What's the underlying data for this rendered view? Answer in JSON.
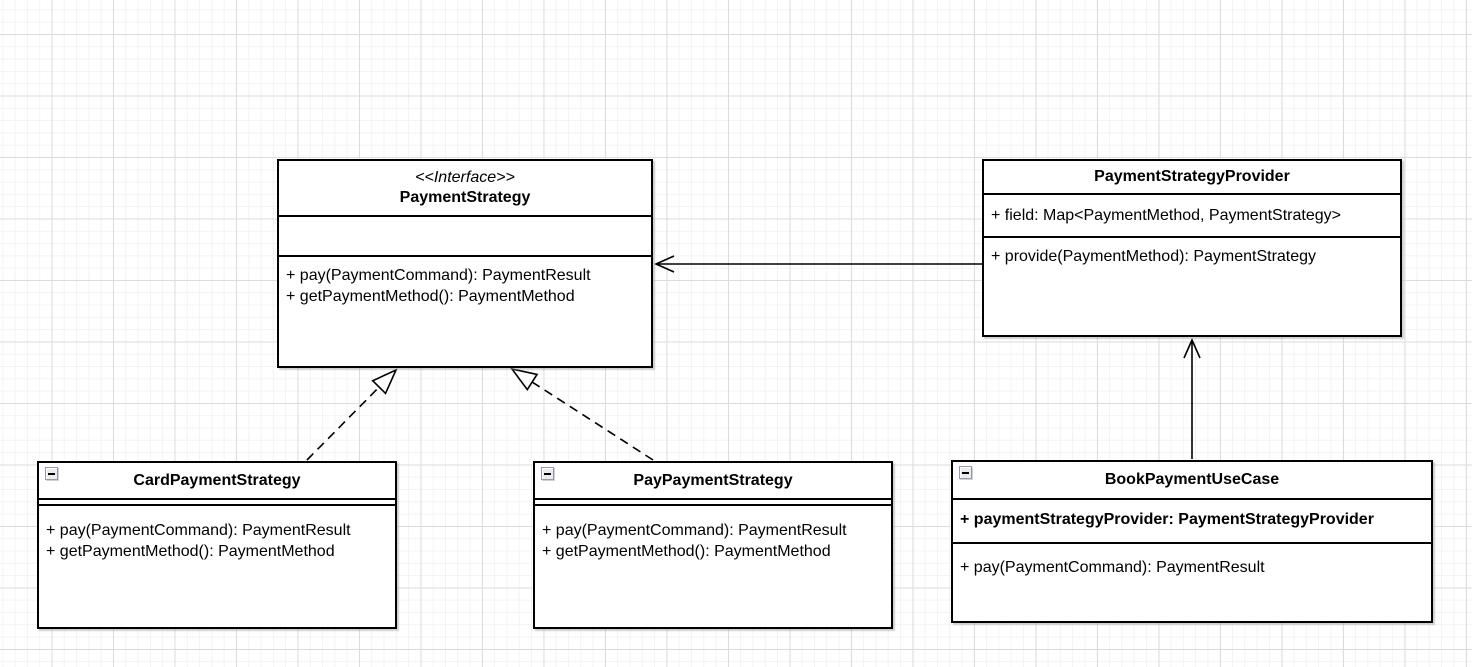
{
  "canvas": {
    "background": "#ffffff",
    "grid_minor_color": "#f3f3f3",
    "grid_major_color": "#dcdcdc",
    "stroke_color": "#000000"
  },
  "icons": {
    "collapse": "minus-square"
  },
  "classes": {
    "payment_strategy": {
      "stereotype": "<<Interface>>",
      "name": "PaymentStrategy",
      "fields": [],
      "methods": [
        "+ pay(PaymentCommand): PaymentResult",
        "+ getPaymentMethod(): PaymentMethod"
      ]
    },
    "payment_strategy_provider": {
      "name": "PaymentStrategyProvider",
      "fields": [
        "+ field: Map<PaymentMethod, PaymentStrategy>"
      ],
      "methods": [
        "+ provide(PaymentMethod): PaymentStrategy"
      ]
    },
    "card_payment_strategy": {
      "name": "CardPaymentStrategy",
      "fields": [],
      "methods": [
        "+ pay(PaymentCommand): PaymentResult",
        "+ getPaymentMethod(): PaymentMethod"
      ]
    },
    "pay_payment_strategy": {
      "name": "PayPaymentStrategy",
      "fields": [],
      "methods": [
        "+ pay(PaymentCommand): PaymentResult",
        "+ getPaymentMethod(): PaymentMethod"
      ]
    },
    "book_payment_use_case": {
      "name": "BookPaymentUseCase",
      "fields": [
        "+ paymentStrategyProvider: PaymentStrategyProvider"
      ],
      "methods": [
        "+ pay(PaymentCommand): PaymentResult"
      ]
    }
  },
  "relationships": [
    {
      "from": "CardPaymentStrategy",
      "to": "PaymentStrategy",
      "type": "realization",
      "line": "dashed",
      "arrowhead": "hollow-triangle"
    },
    {
      "from": "PayPaymentStrategy",
      "to": "PaymentStrategy",
      "type": "realization",
      "line": "dashed",
      "arrowhead": "hollow-triangle"
    },
    {
      "from": "PaymentStrategyProvider",
      "to": "PaymentStrategy",
      "type": "association",
      "line": "solid",
      "arrowhead": "open"
    },
    {
      "from": "BookPaymentUseCase",
      "to": "PaymentStrategyProvider",
      "type": "association",
      "line": "solid",
      "arrowhead": "open"
    }
  ]
}
